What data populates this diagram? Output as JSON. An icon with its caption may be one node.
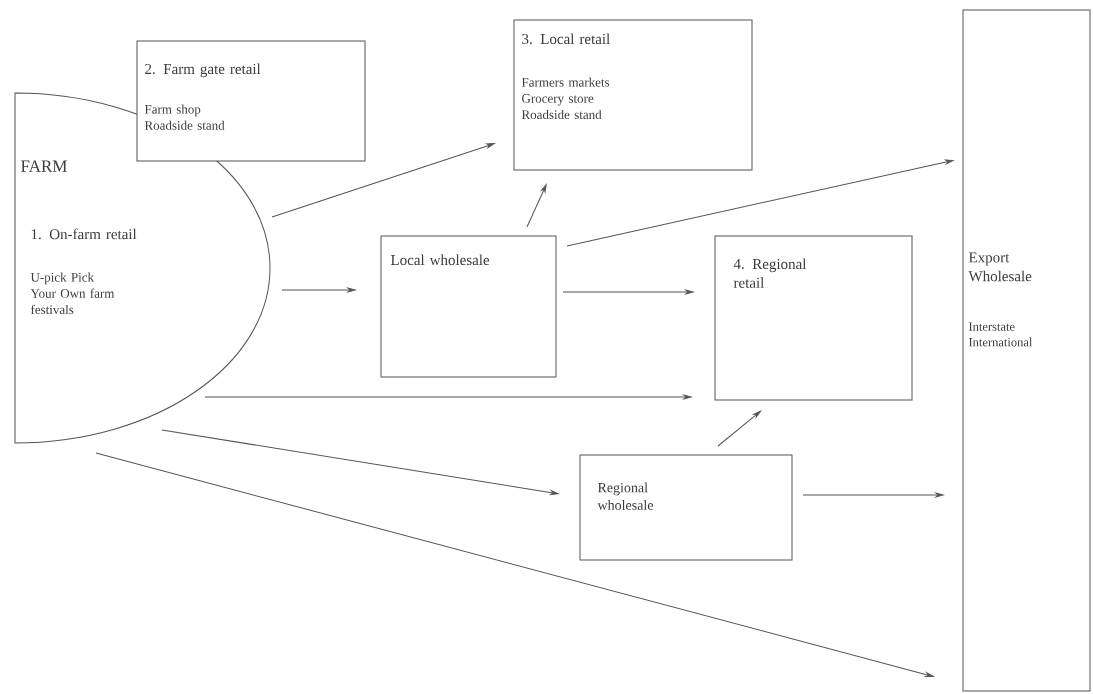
{
  "diagram": {
    "nodes": [
      {
        "text": [
          "FARM",
          "1. On-farm retail",
          "U-pick Pick Your Own farm festivals"
        ]
      },
      {
        "text": [
          "2. Farm gate retail",
          "Farm shop Roadside stand"
        ]
      },
      {
        "text": [
          "3. Local retail",
          "Farmers markets Grocery store Roadside stand"
        ]
      },
      {
        "text": [
          "Local wholesale"
        ]
      },
      {
        "text": [
          "4. Regional retail"
        ]
      },
      {
        "text": [
          "Export Wholesale",
          "Interstate International"
        ]
      },
      {
        "text": [
          "Regional wholesale"
        ]
      }
    ],
    "edges": [
      {
        "from": 0,
        "to": 2,
        "arrow": "to"
      },
      {
        "from": 0,
        "to": 3,
        "arrow": "to"
      },
      {
        "from": 3,
        "to": 2,
        "arrow": "to"
      },
      {
        "from": 3,
        "to": 5,
        "arrow": "to"
      },
      {
        "from": 3,
        "to": 4,
        "arrow": "to"
      },
      {
        "from": 0,
        "to": 4,
        "arrow": "to"
      },
      {
        "from": 0,
        "to": 6,
        "arrow": "to"
      },
      {
        "from": 6,
        "to": 4,
        "arrow": "to"
      },
      {
        "from": 6,
        "to": 5,
        "arrow": "to"
      },
      {
        "from": 0,
        "to": 5,
        "arrow": "to"
      }
    ]
  }
}
